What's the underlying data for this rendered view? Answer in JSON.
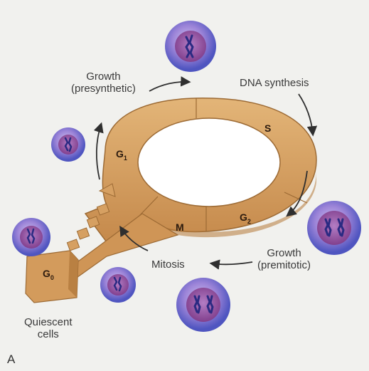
{
  "labels": {
    "growth_presynthetic_1": "Growth",
    "growth_presynthetic_2": "(presynthetic)",
    "dna_synthesis": "DNA synthesis",
    "growth_premitotic_1": "Growth",
    "growth_premitotic_2": "(premitotic)",
    "mitosis": "Mitosis",
    "quiescent_1": "Quiescent",
    "quiescent_2": "cells",
    "panel": "A"
  },
  "phases": {
    "g1_main": "G",
    "g1_sub": "1",
    "s": "S",
    "g2_main": "G",
    "g2_sub": "2",
    "m": "M",
    "g0_main": "G",
    "g0_sub": "0"
  },
  "colors": {
    "ring": "#d7a163",
    "ring_dark": "#b47839",
    "cell_outer": "#6f72cf",
    "cell_inner": "#8c3e90",
    "chromosome": "#2b2a82",
    "arrow": "#2f2f2f",
    "background": "#f1f1ee"
  }
}
